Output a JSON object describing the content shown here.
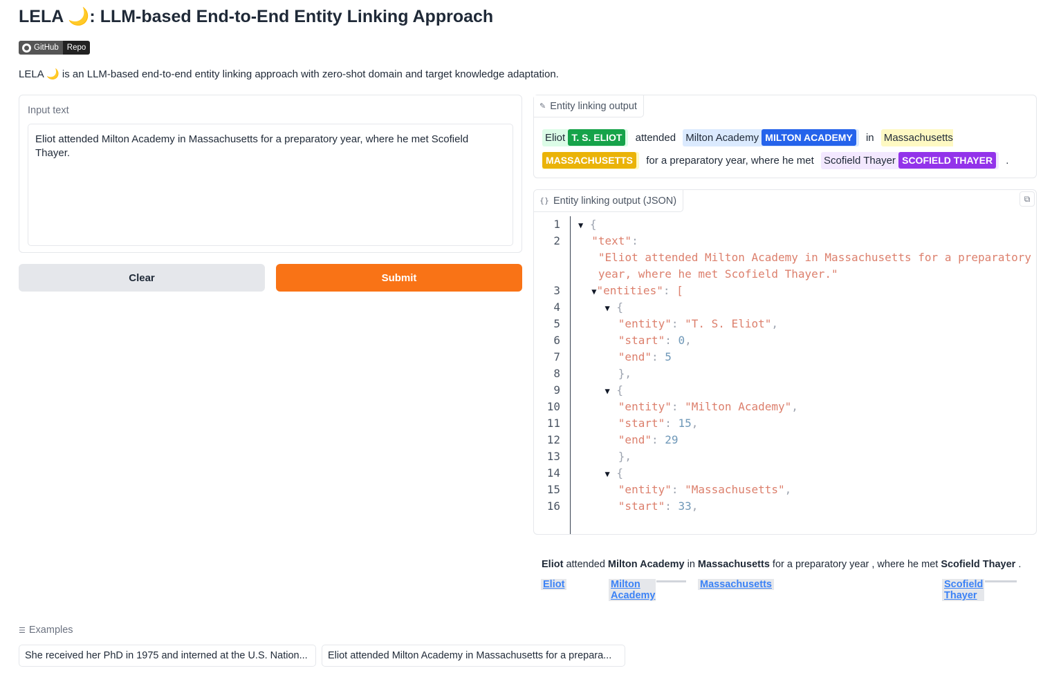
{
  "title": "LELA 🌙: LLM-based End-to-End Entity Linking Approach",
  "badge": {
    "left": "GitHub",
    "right": "Repo",
    "icon": "github-icon"
  },
  "description": "LELA 🌙 is an LLM-based end-to-end entity linking approach with zero-shot domain and target knowledge adaptation.",
  "input": {
    "label": "Input text",
    "value": "Eliot attended Milton Academy in Massachusetts for a preparatory year, where he met Scofield Thayer."
  },
  "buttons": {
    "clear": "Clear",
    "submit": "Submit"
  },
  "highlight_output": {
    "label": "Entity linking output",
    "segments": [
      {
        "text": "Eliot",
        "tag": "T. S. ELIOT",
        "color": "#16a34a"
      },
      {
        "text": "attended"
      },
      {
        "text": "Milton Academy",
        "tag": "MILTON ACADEMY",
        "color": "#2563eb"
      },
      {
        "text": "in"
      },
      {
        "text": "Massachusetts",
        "tag": "MASSACHUSETTS",
        "color": "#eab308"
      },
      {
        "text": "for a preparatory year, where he met"
      },
      {
        "text": "Scofield Thayer",
        "tag": "SCOFIELD THAYER",
        "color": "#9333ea"
      },
      {
        "text": "."
      }
    ]
  },
  "json_output": {
    "label": "Entity linking output (JSON)",
    "line_numbers": [
      "1",
      "2",
      "",
      "",
      "3",
      "4",
      "5",
      "6",
      "7",
      "8",
      "9",
      "10",
      "11",
      "12",
      "13",
      "14",
      "15",
      "16"
    ],
    "text_key": "\"text\"",
    "text_value_1": "\"Eliot attended Milton Academy in Massachusetts for a preparatory",
    "text_value_2": "year, where he met Scofield Thayer.\"",
    "entities_key": "\"entities\"",
    "entities": [
      {
        "entity": "\"T. S. Eliot\"",
        "start": "0",
        "end": "5"
      },
      {
        "entity": "\"Milton Academy\"",
        "start": "15",
        "end": "29"
      },
      {
        "entity": "\"Massachusetts\"",
        "start": "33"
      }
    ],
    "k_entity": "\"entity\"",
    "k_start": "\"start\"",
    "k_end": "\"end\""
  },
  "linked_sentence": {
    "parts": [
      "Eliot",
      " attended ",
      "Milton Academy",
      " in ",
      "Massachusetts",
      " for a preparatory year , where he met ",
      "Scofield Thayer",
      " ."
    ],
    "links": [
      {
        "line1": "Eliot",
        "line2": ""
      },
      {
        "line1": "Milton",
        "line2": "Academy"
      },
      {
        "line1": "Massachusetts",
        "line2": ""
      },
      {
        "line1": "Scofield",
        "line2": "Thayer"
      }
    ]
  },
  "examples": {
    "label": "Examples",
    "items": [
      "She received her PhD in 1975 and interned at the U.S. Nation...",
      "Eliot attended Milton Academy in Massachusetts for a prepara..."
    ]
  },
  "colors": {
    "accent": "#f97316",
    "link": "#3b82f6"
  }
}
